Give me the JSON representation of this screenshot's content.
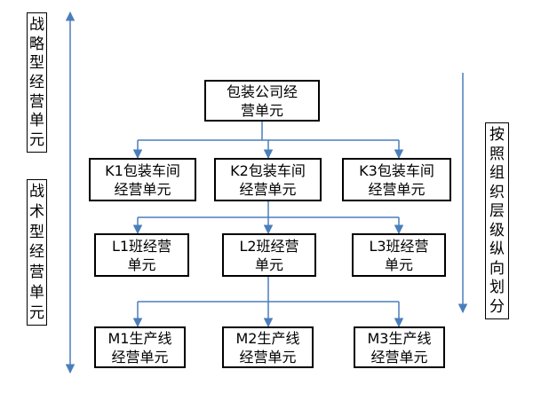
{
  "left_labels": {
    "strategic": "战略型经营单元",
    "tactical": "战术型经营单元"
  },
  "right_label": "按照组织层级纵向划分",
  "top_box": {
    "line1": "包装公司经",
    "line2": "营单元"
  },
  "level2": [
    {
      "line1": "K1包装车间",
      "line2": "经营单元"
    },
    {
      "line1": "K2包装车间",
      "line2": "经营单元"
    },
    {
      "line1": "K3包装车间",
      "line2": "经营单元"
    }
  ],
  "level3": [
    {
      "line1": "L1班经营",
      "line2": "单元"
    },
    {
      "line1": "L2班经营",
      "line2": "单元"
    },
    {
      "line1": "L3班经营",
      "line2": "单元"
    }
  ],
  "level4": [
    {
      "line1": "M1生产线",
      "line2": "经营单元"
    },
    {
      "line1": "M2生产线",
      "line2": "经营单元"
    },
    {
      "line1": "M3生产线",
      "line2": "经营单元"
    }
  ],
  "colors": {
    "connector": "#4a7ebb",
    "border": "#000000"
  }
}
